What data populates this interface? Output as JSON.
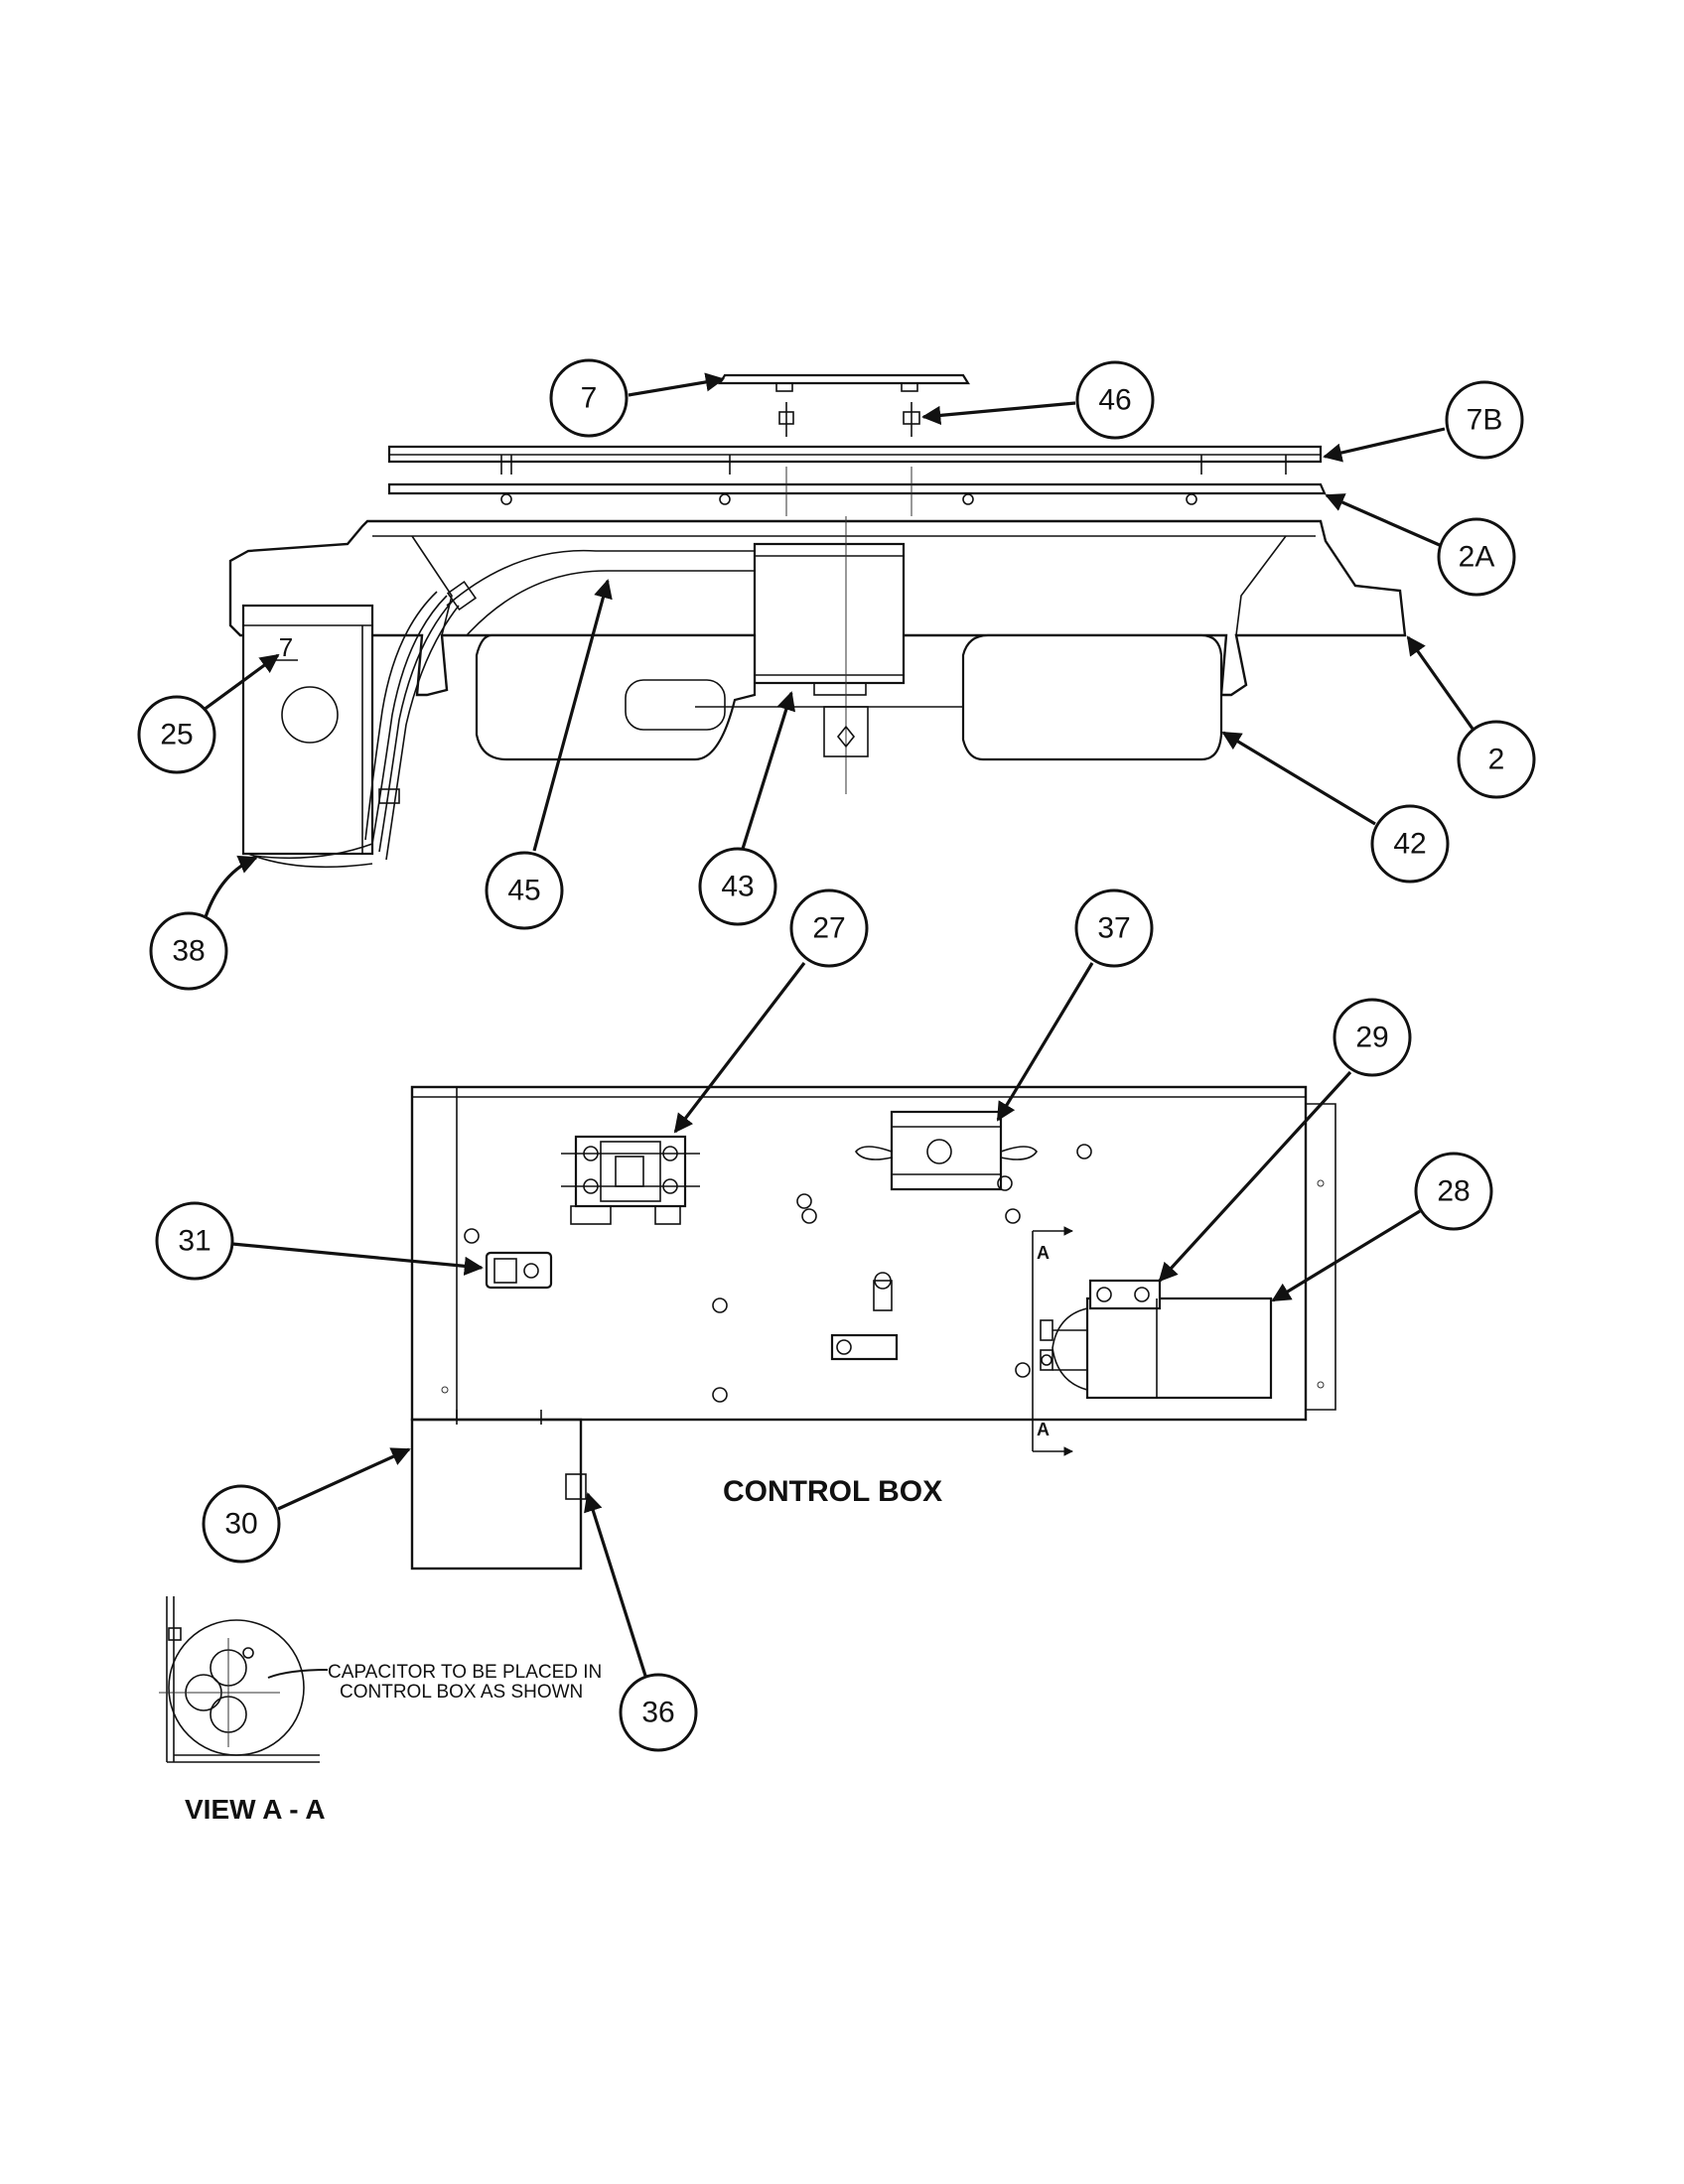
{
  "callouts": [
    {
      "id": "7"
    },
    {
      "id": "46"
    },
    {
      "id": "7B"
    },
    {
      "id": "2A"
    },
    {
      "id": "2"
    },
    {
      "id": "25"
    },
    {
      "id": "45"
    },
    {
      "id": "43"
    },
    {
      "id": "42"
    },
    {
      "id": "38"
    },
    {
      "id": "27"
    },
    {
      "id": "37"
    },
    {
      "id": "29"
    },
    {
      "id": "28"
    },
    {
      "id": "31"
    },
    {
      "id": "30"
    },
    {
      "id": "36"
    }
  ],
  "labels": {
    "control_box": "CONTROL BOX",
    "view_aa": "VIEW A - A",
    "capacitor_note_line1": "CAPACITOR TO BE PLACED IN",
    "capacitor_note_line2": "CONTROL BOX AS SHOWN",
    "section_marker": "A",
    "junction_box_mark": "7"
  }
}
